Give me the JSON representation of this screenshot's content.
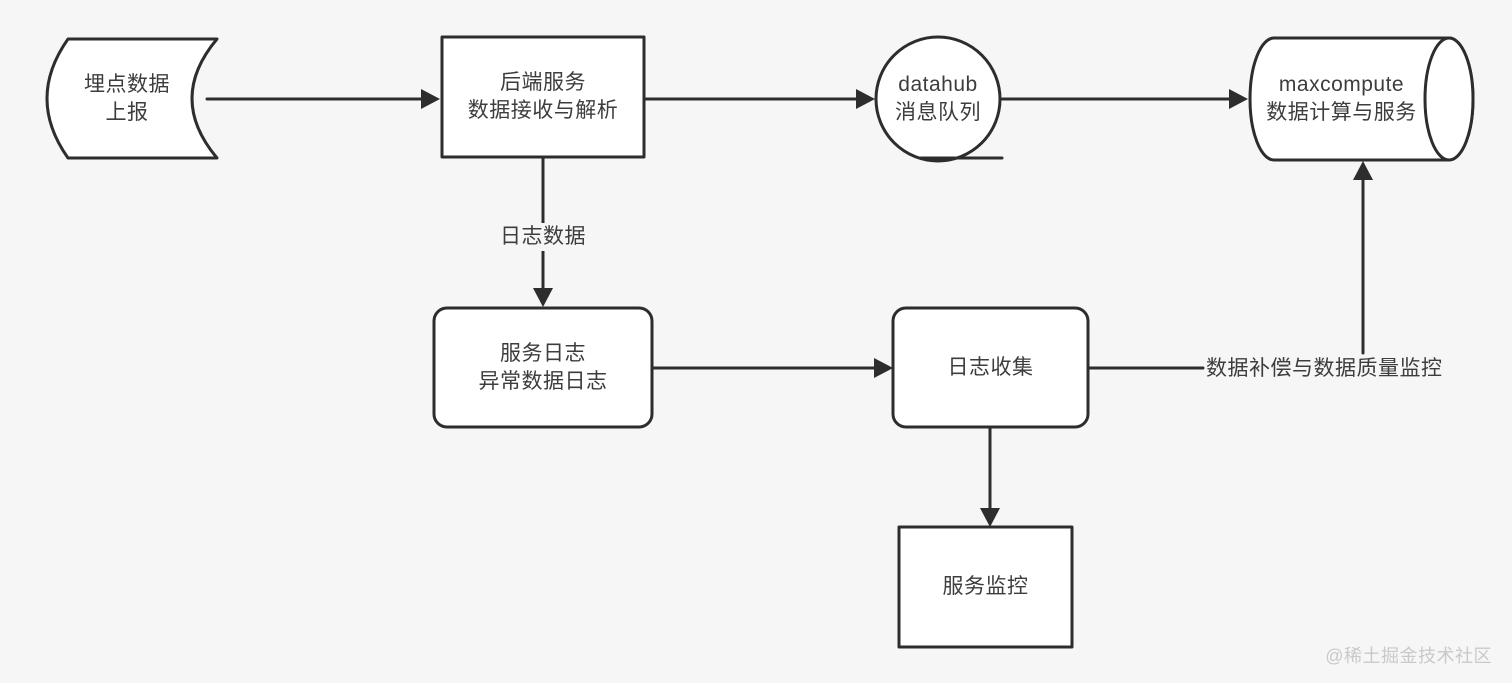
{
  "page": {
    "background_color": "#f6f6f6",
    "stroke_color": "#2d2d2d",
    "node_fill_color": "#ffffff",
    "text_color": "#3d3d3d",
    "watermark": "@稀土掘金技术社区"
  },
  "nodes": {
    "tracking_report": {
      "shape": "stored-data",
      "line1": "埋点数据",
      "line2": "上报"
    },
    "backend_service": {
      "shape": "rectangle",
      "line1": "后端服务",
      "line2": "数据接收与解析"
    },
    "datahub_queue": {
      "shape": "circle",
      "line1": "datahub",
      "line2": "消息队列"
    },
    "maxcompute": {
      "shape": "cylinder",
      "line1": "maxcompute",
      "line2": "数据计算与服务"
    },
    "service_log": {
      "shape": "rounded-rectangle",
      "line1": "服务日志",
      "line2": "异常数据日志"
    },
    "log_collection": {
      "shape": "rounded-rectangle",
      "line1": "日志收集"
    },
    "service_monitor": {
      "shape": "rectangle",
      "line1": "服务监控"
    }
  },
  "edges": {
    "log_data_label": "日志数据",
    "compensation_label": "数据补偿与数据质量监控"
  }
}
